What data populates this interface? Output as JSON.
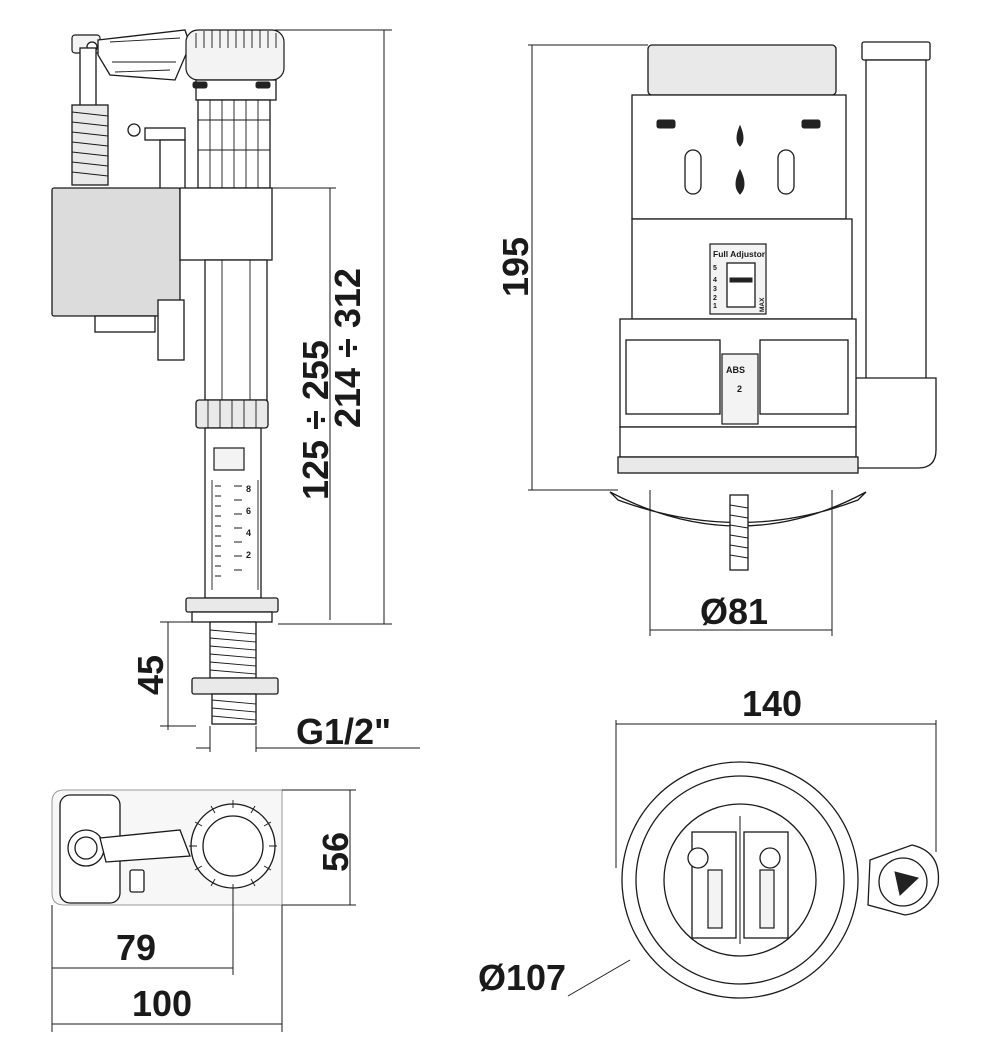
{
  "labels": {
    "fill_height_range": "125 ÷ 255",
    "overall_height_range": "214 ÷ 312",
    "shank_length": "45",
    "thread": "G1/2\"",
    "valve_height": "195",
    "valve_diameter": "Ø81",
    "overflow_width": "140",
    "base_diameter": "Ø107",
    "top_depth": "56",
    "top_length_inner": "79",
    "top_length_outer": "100",
    "adjustor_title": "Full  Adjustor",
    "abs_label": "ABS",
    "abs_number": "2",
    "max_label": "MAX",
    "scale_marks": [
      "8",
      "6",
      "4",
      "2"
    ],
    "adjustor_scale": [
      "5",
      "4",
      "3",
      "2",
      "1"
    ]
  }
}
